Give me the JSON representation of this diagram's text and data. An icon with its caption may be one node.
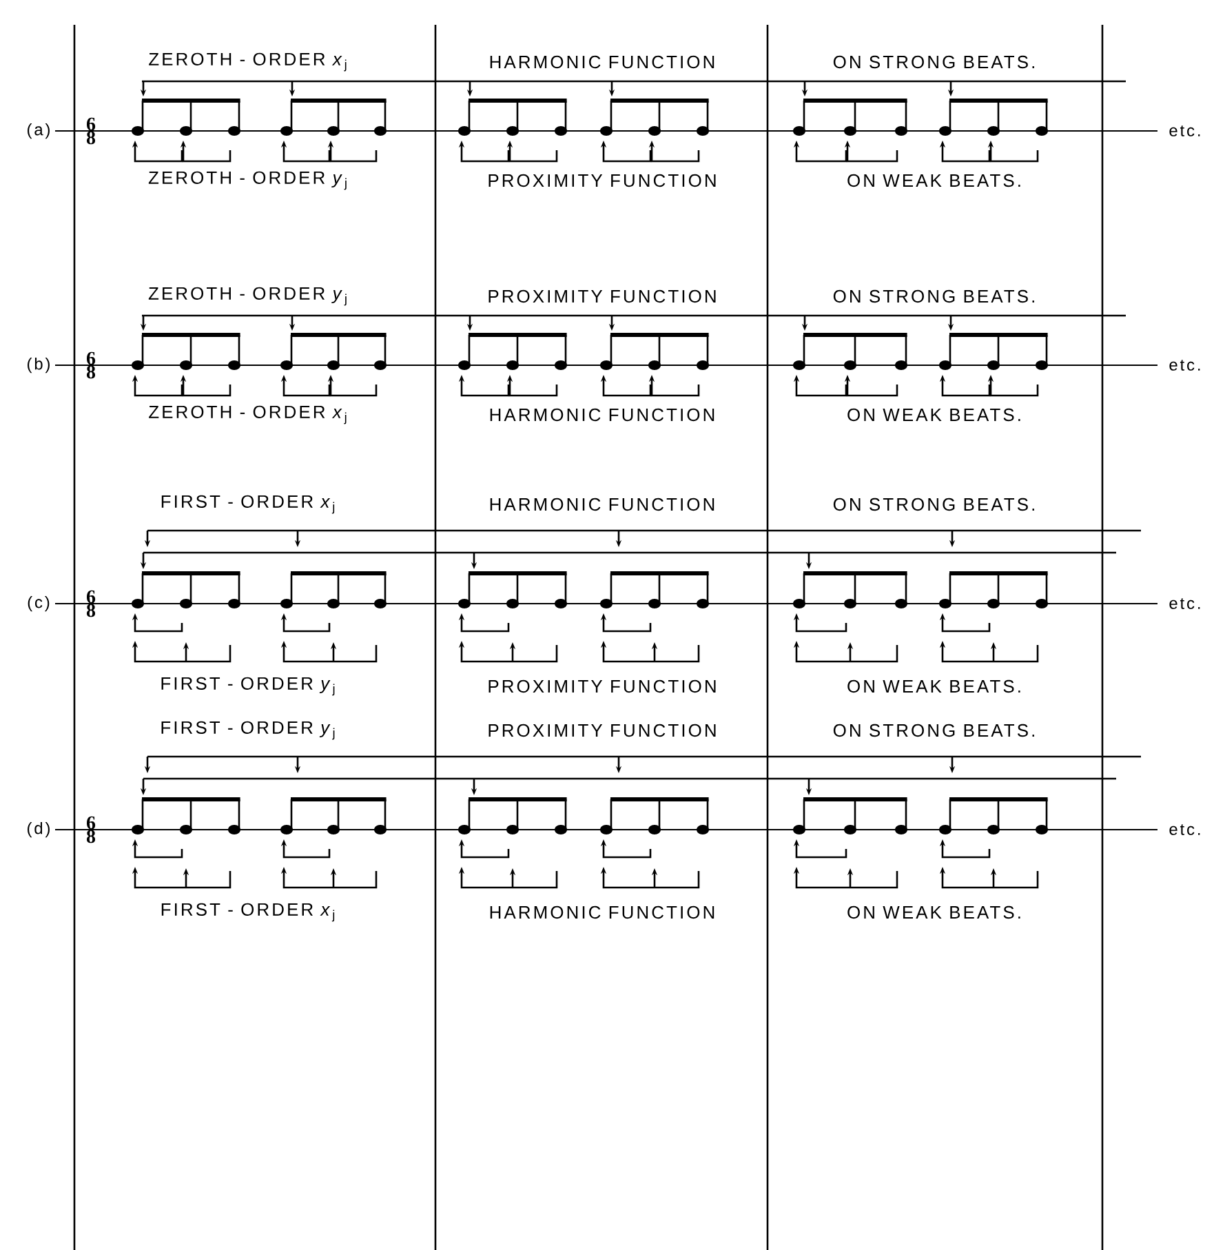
{
  "diagram": {
    "labels": [
      "ZEROTH - ORDER *x*$_{j}$",
      "HARMONIC FUNCTION",
      "ON STRONG BEATS.",
      "(a)",
      "6",
      "8",
      "etc.",
      "ZEROTH - ORDER *y*$_{j}$",
      "PROXIMITY FUNCTION",
      "ON WEAK BEATS.",
      "ZEROTH - ORDER *y*$_{j}$",
      "PROXIMITY FUNCTION",
      "ON STRONG BEATS.",
      "(b)",
      "6",
      "8",
      "etc.",
      "ZEROTH - ORDER *x*$_{j}$",
      "HARMONIC FUNCTION",
      "ON WEAK BEATS.",
      "FIRST - ORDER *x*$_{j}$",
      "HARMONIC FUNCTION",
      "ON STRONG BEATS.",
      "(c)",
      "6",
      "8",
      "etc.",
      "FIRST - ORDER *y*$_{j}$",
      "PROXIMITY FUNCTION",
      "ON WEAK BEATS.",
      "FIRST - ORDER *y*$_{j}$",
      "PROXIMITY FUNCTION",
      "ON STRONG BEATS.",
      "(d)",
      "6",
      "8",
      "etc.",
      "FIRST - ORDER *x*$_{j}$",
      "HARMONIC FUNCTION",
      "ON WEAK BEATS."
    ]
  }
}
